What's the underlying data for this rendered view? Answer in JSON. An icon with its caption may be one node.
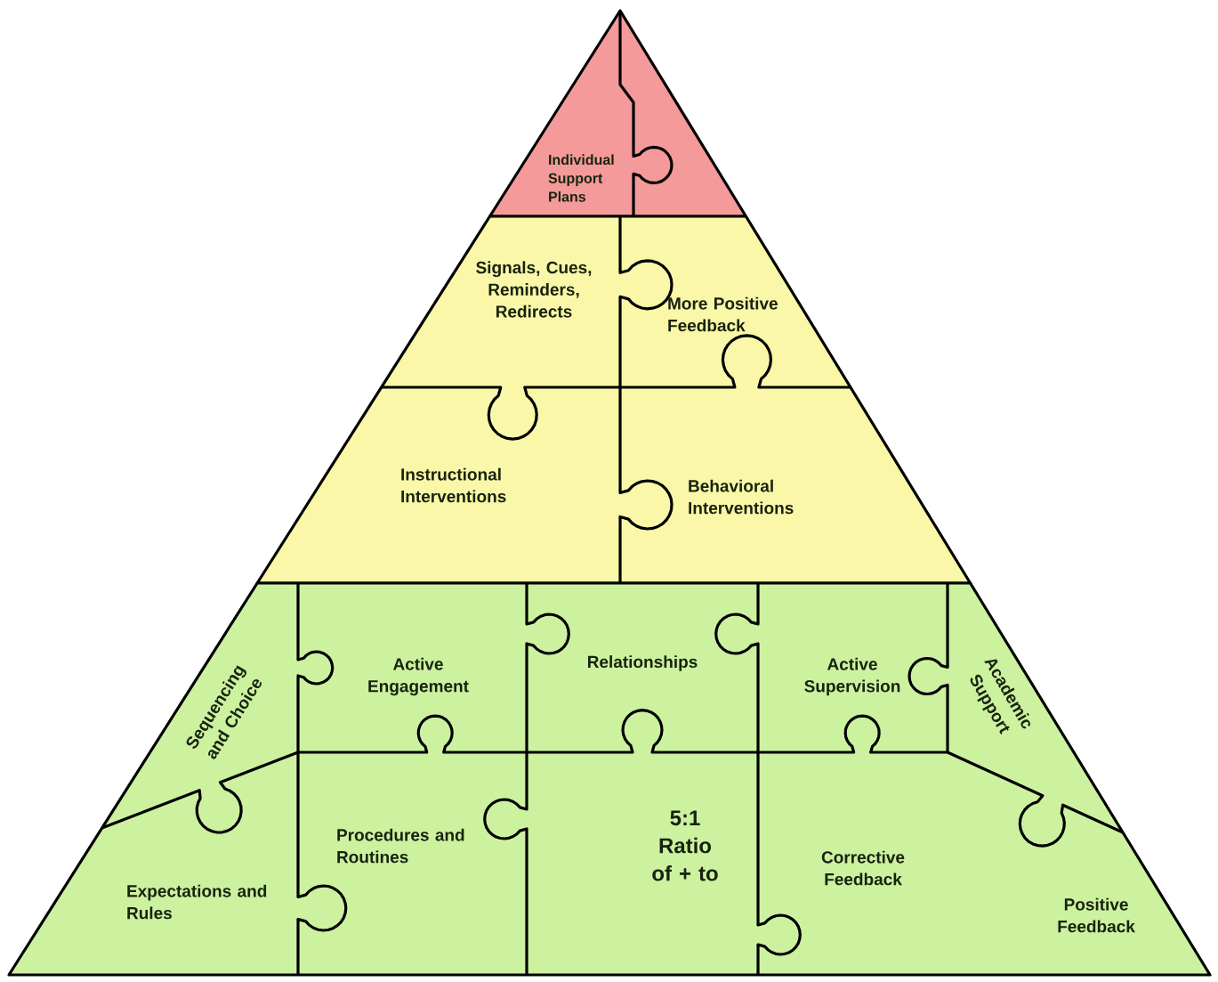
{
  "diagram": {
    "nodes": [
      {
        "text": [
          "Individual Support Plans"
        ]
      },
      {
        "text": [
          "Signals, Cues, Reminders, Redirects"
        ]
      },
      {
        "text": [
          "More Positive Feedback"
        ]
      },
      {
        "text": [
          "Instructional Interventions"
        ]
      },
      {
        "text": [
          "Behavioral Interventions"
        ]
      },
      {
        "text": [
          "Sequencing and Choice"
        ]
      },
      {
        "text": [
          "Active Engagement"
        ]
      },
      {
        "text": [
          "Relationships"
        ]
      },
      {
        "text": [
          "Active Supervision"
        ]
      },
      {
        "text": [
          "Academic Support"
        ]
      },
      {
        "text": [
          "Expectations and Rules"
        ]
      },
      {
        "text": [
          "Procedures and Routines"
        ]
      },
      {
        "text": [
          "5:1 Ratio of + to"
        ]
      },
      {
        "text": [
          "Corrective Feedback"
        ]
      },
      {
        "text": [
          "Positive Feedback"
        ]
      }
    ]
  }
}
